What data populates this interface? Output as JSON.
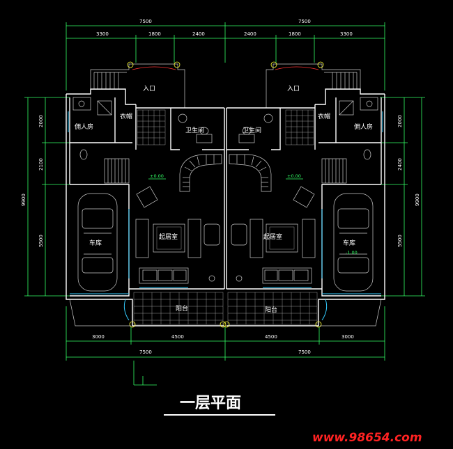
{
  "dimensions": {
    "top_total": [
      "7500",
      "7500"
    ],
    "top_segments": [
      "3300",
      "1800",
      "2400",
      "2400",
      "1800",
      "3300"
    ],
    "bottom_segments": [
      "3000",
      "4500",
      "4500",
      "3000"
    ],
    "bottom_total": [
      "7500",
      "7500"
    ],
    "left_segments": [
      "2000",
      "2100",
      "5500"
    ],
    "left_total": "9900",
    "right_segments": [
      "2000",
      "2400",
      "5500"
    ],
    "right_total": "9900"
  },
  "rooms": {
    "entrance": "入口",
    "cloakroom": "衣帽",
    "servant_room": "佣人房",
    "bathroom": "卫生间",
    "living_room": "起居室",
    "garage": "车库",
    "balcony": "阳台"
  },
  "levels": {
    "upper": "±0.00",
    "garage": "-1.00"
  },
  "title": "一层平面",
  "watermark": "www.98654.com",
  "colors": {
    "background": "#000000",
    "dimension_lines": "#33ff66",
    "walls": "#ffffff",
    "glazing": "#33ccff",
    "columns": "#ffff33",
    "watermark": "#ff2222"
  }
}
